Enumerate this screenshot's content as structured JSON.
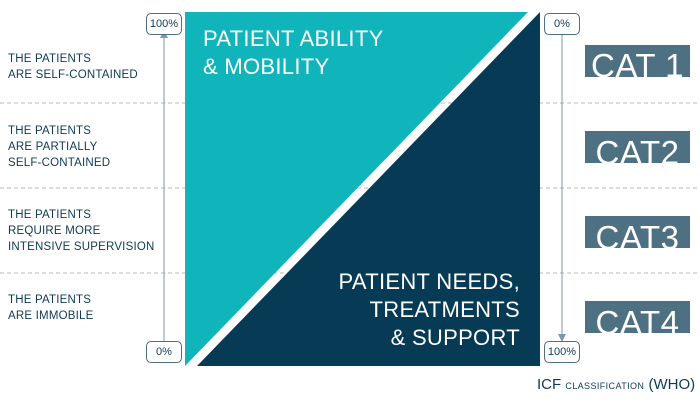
{
  "rows": [
    {
      "lines": [
        "THE PATIENTS",
        "ARE SELF-CONTAINED"
      ]
    },
    {
      "lines": [
        "THE PATIENTS",
        "ARE PARTIALLY",
        "SELF-CONTAINED"
      ]
    },
    {
      "lines": [
        "THE PATIENTS",
        "REQUIRE MORE",
        "INTENSIVE SUPERVISION"
      ]
    },
    {
      "lines": [
        "THE PATIENTS",
        "ARE IMMOBILE"
      ]
    }
  ],
  "left_scale": {
    "top": "100%",
    "bottom": "0%"
  },
  "right_scale": {
    "top": "0%",
    "bottom": "100%"
  },
  "ability": {
    "lines": [
      "PATIENT ABILITY",
      "& MOBILITY"
    ]
  },
  "needs": {
    "lines": [
      "PATIENT NEEDS,",
      "TREATMENTS",
      "& SUPPORT"
    ]
  },
  "categories": [
    "CAT 1",
    "CAT2",
    "CAT3",
    "CAT4"
  ],
  "footnote": {
    "main": "ICF",
    "small": "CLASSIFICATION",
    "tail": "(WHO)"
  },
  "colors": {
    "teal": "#10b5bb",
    "navy": "#073a55",
    "badge": "#4d7083",
    "text": "#0e3a55"
  }
}
